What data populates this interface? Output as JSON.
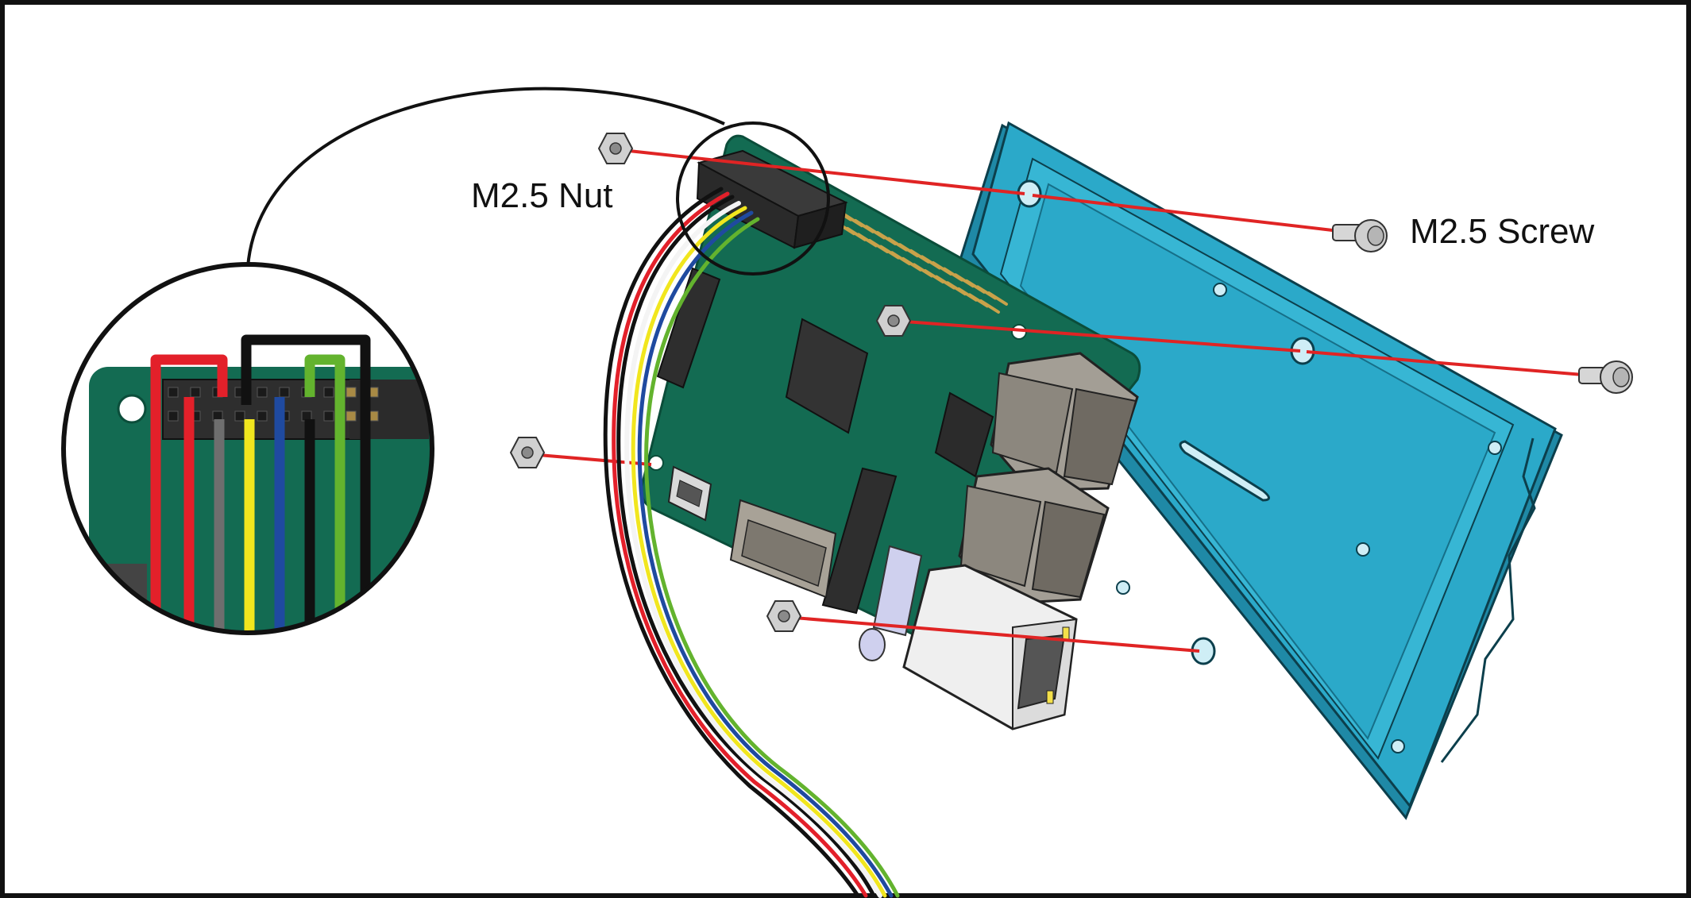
{
  "labels": {
    "nut": "M2.5 Nut",
    "screw": "M2.5 Screw"
  },
  "colors": {
    "board": "#136b52",
    "board_edge": "#0b4d3a",
    "case": "#2ba9c9",
    "case_dark": "#1f89a6",
    "case_inner": "#37b6d4",
    "guide_line": "#e02424",
    "usb_port": "#a39e95",
    "ethernet": "#efefef",
    "hardware": "#cfcfcf",
    "chip": "#333333",
    "header": "#2e2e2e",
    "pin": "#c9a24a"
  },
  "wires": [
    "red",
    "red",
    "gray",
    "yellow",
    "blue",
    "black",
    "green"
  ],
  "wire_colors": {
    "red": "#e3202a",
    "gray": "#6e6e6e",
    "yellow": "#f1e61e",
    "blue": "#1f4aa0",
    "black": "#111111",
    "green": "#63b32e",
    "white": "#f4f4f4"
  }
}
